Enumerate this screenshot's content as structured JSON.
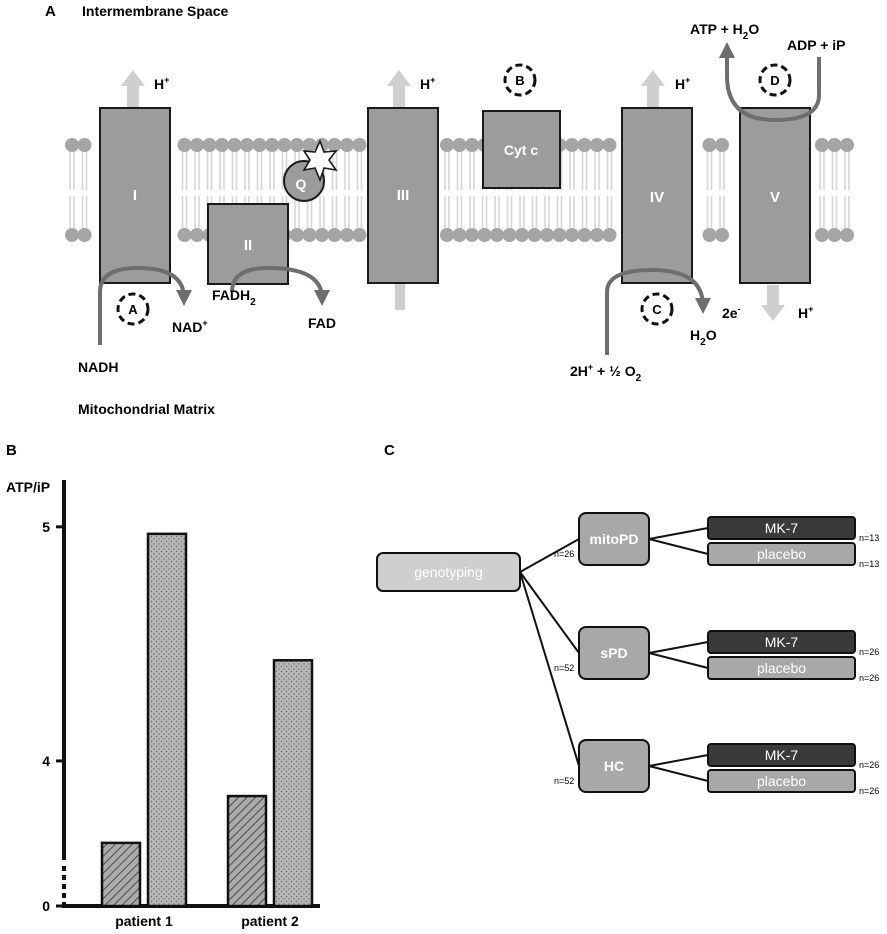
{
  "colors": {
    "complex_fill": "#9c9c9c",
    "complex_stroke": "#1a1a1a",
    "lipid_head": "#a5a5a5",
    "lipid_tail": "#d6d6d6",
    "proton_arrow": "#cfcfcf",
    "electron_path": "#6e6e6e",
    "mk7_fill": "#3a3a3a",
    "placebo_fill": "#a8a8a8",
    "genotyping_fill": "#cfcfcf",
    "group_fill": "#a8a8a8"
  },
  "panel_a": {
    "letter": "A",
    "top_label": "Intermembrane Space",
    "bottom_label": "Mitochondrial Matrix",
    "complexes": {
      "c1": "I",
      "c2": "II",
      "c3": "III",
      "c4": "IV",
      "c5": "V",
      "cytc": "Cyt c",
      "q": "Q"
    },
    "proton": "H",
    "plus": "+",
    "markers": [
      "A",
      "B",
      "C",
      "D"
    ],
    "labels": {
      "nadh": "NADH",
      "nad": "NAD",
      "nad_sup": "+",
      "fadh": "FADH",
      "fadh_sub": "2",
      "fad": "FAD",
      "o2_pre": "2H",
      "o2_sup": "+",
      "o2_mid": " + ½ O",
      "o2_sub": "2",
      "h2o_pre": "H",
      "h2o_sub": "2",
      "h2o_post": "O",
      "e_pre": "2e",
      "e_sup": "-",
      "atp_pre": "ATP + H",
      "atp_sub": "2",
      "atp_post": "O",
      "adp": "ADP + iP"
    }
  },
  "panel_b": {
    "letter": "B",
    "chart_data": {
      "type": "bar",
      "ylabel": "ATP/iP",
      "categories": [
        "patient 1",
        "patient 2"
      ],
      "yticks": [
        "0",
        "4",
        "5"
      ],
      "axis_break": true,
      "series": [
        {
          "pattern": "hatched",
          "values": [
            3.65,
            3.85
          ]
        },
        {
          "pattern": "dotted",
          "values": [
            4.97,
            4.43
          ]
        }
      ]
    }
  },
  "panel_c": {
    "letter": "C",
    "root": "genotyping",
    "groups": [
      {
        "label": "mitoPD",
        "n": "n=26",
        "arms": [
          {
            "label": "MK-7",
            "n": "n=13"
          },
          {
            "label": "placebo",
            "n": "n=13"
          }
        ]
      },
      {
        "label": "sPD",
        "n": "n=52",
        "arms": [
          {
            "label": "MK-7",
            "n": "n=26"
          },
          {
            "label": "placebo",
            "n": "n=26"
          }
        ]
      },
      {
        "label": "HC",
        "n": "n=52",
        "arms": [
          {
            "label": "MK-7",
            "n": "n=26"
          },
          {
            "label": "placebo",
            "n": "n=26"
          }
        ]
      }
    ]
  }
}
